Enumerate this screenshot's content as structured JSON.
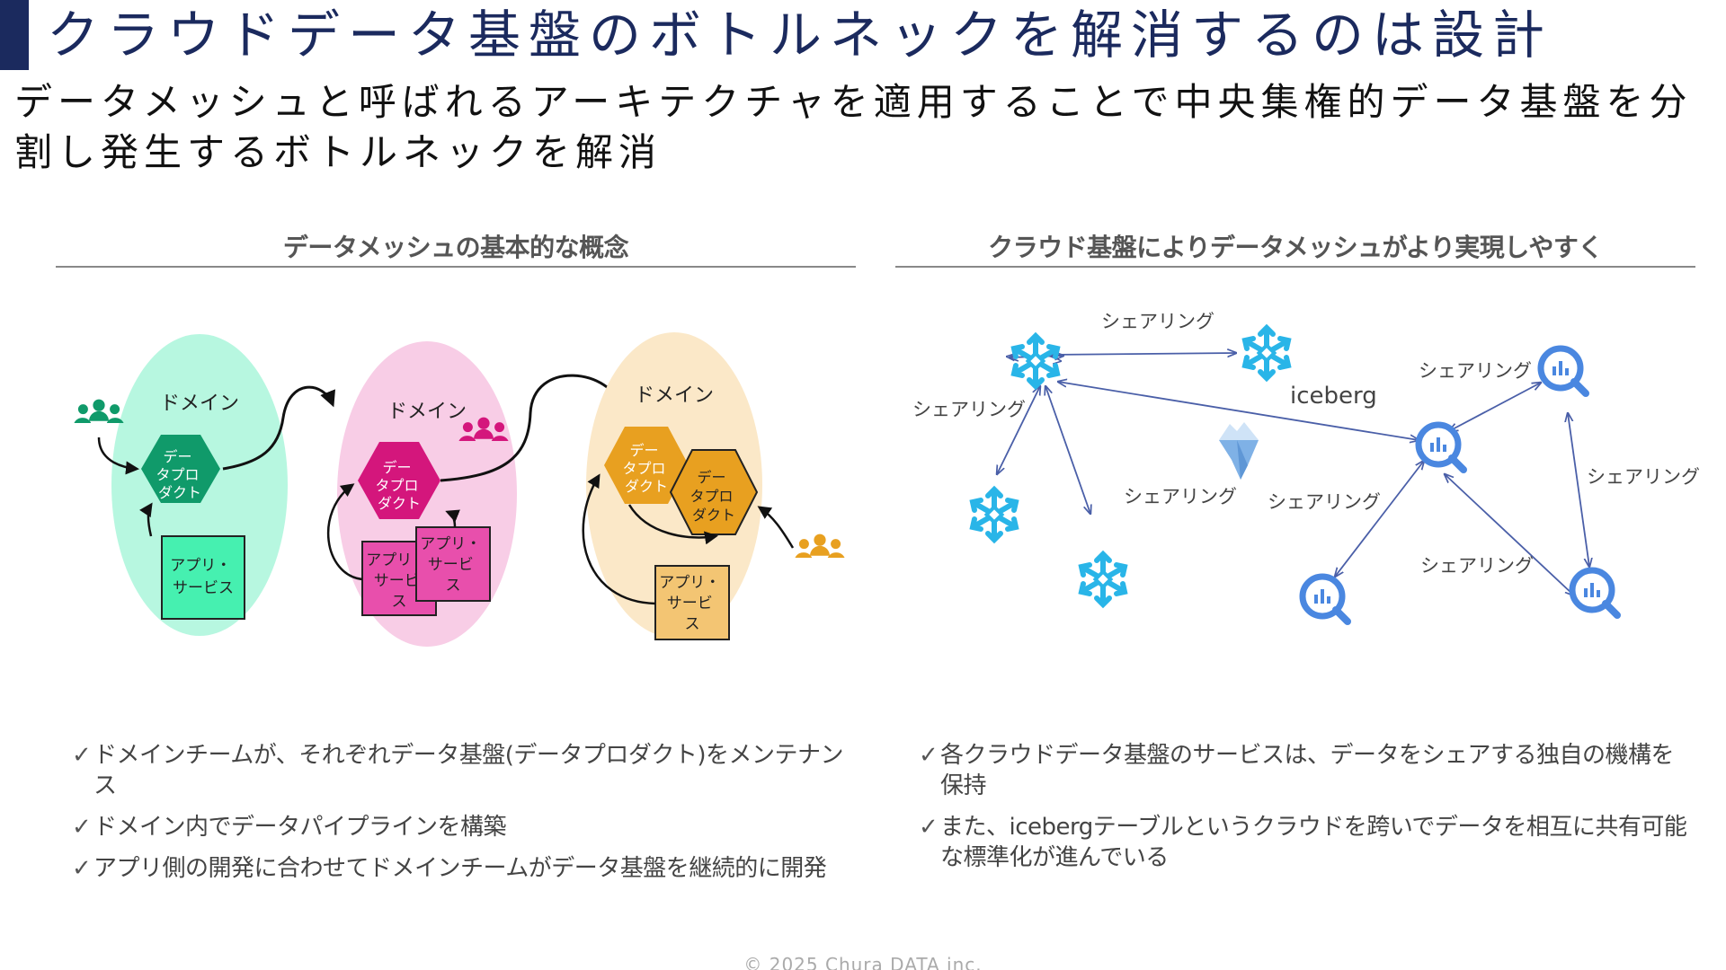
{
  "slide": {
    "title": "クラウドデータ基盤のボトルネックを解消するのは設計",
    "subtitle": "データメッシュと呼ばれるアーキテクチャを適用することで中央集権的データ基盤を分割し発生するボトルネックを解消",
    "footer": "© 2025 Chura DATA inc."
  },
  "left": {
    "heading": "データメッシュの基本的な概念",
    "domains": [
      {
        "label": "ドメイン",
        "product_label": [
          "デー",
          "タプロ",
          "ダクト"
        ],
        "app_label": [
          "アプリ・",
          "サービス"
        ],
        "fill": "#b7f7e0",
        "hex_color": "#109a6a",
        "app_fill": "#46f0b0",
        "team_color": "#109a6a"
      },
      {
        "label": "ドメイン",
        "product_label": [
          "デー",
          "タプロ",
          "ダクト"
        ],
        "app_label": [
          "アプリ・",
          "サービ",
          "ス"
        ],
        "fill": "#f8cde6",
        "hex_color": "#d4167c",
        "app_fill": "#e84fac",
        "team_color": "#d4167c"
      },
      {
        "label": "ドメイン",
        "product_label": [
          "デー",
          "タプロ",
          "ダクト"
        ],
        "product_label_2": [
          "デー",
          "タプロ",
          "ダクト"
        ],
        "app_label": [
          "アプリ・",
          "サービ",
          "ス"
        ],
        "fill": "#fbe8c8",
        "hex_color": "#e8a020",
        "app_fill": "#f3c573",
        "team_color": "#e8a020"
      }
    ]
  },
  "right": {
    "heading": "クラウド基盤によりデータメッシュがより実現しやすく",
    "sharing_label": "シェアリング",
    "iceberg_label": "iceberg",
    "colors": {
      "snowflake": "#29b5e8",
      "bigquery": "#4a87e0",
      "arrow": "#4a5fa8"
    }
  },
  "bullets_left": [
    "ドメインチームが、それぞれデータ基盤(データプロダクト)をメンテナンス",
    "ドメイン内でデータパイプラインを構築",
    "アプリ側の開発に合わせてドメインチームがデータ基盤を継続的に開発"
  ],
  "bullets_right": [
    "各クラウドデータ基盤のサービスは、データをシェアする独自の機構を保持",
    "また、icebergテーブルというクラウドを跨いでデータを相互に共有可能な標準化が進んでいる"
  ],
  "check_mark": "✓"
}
